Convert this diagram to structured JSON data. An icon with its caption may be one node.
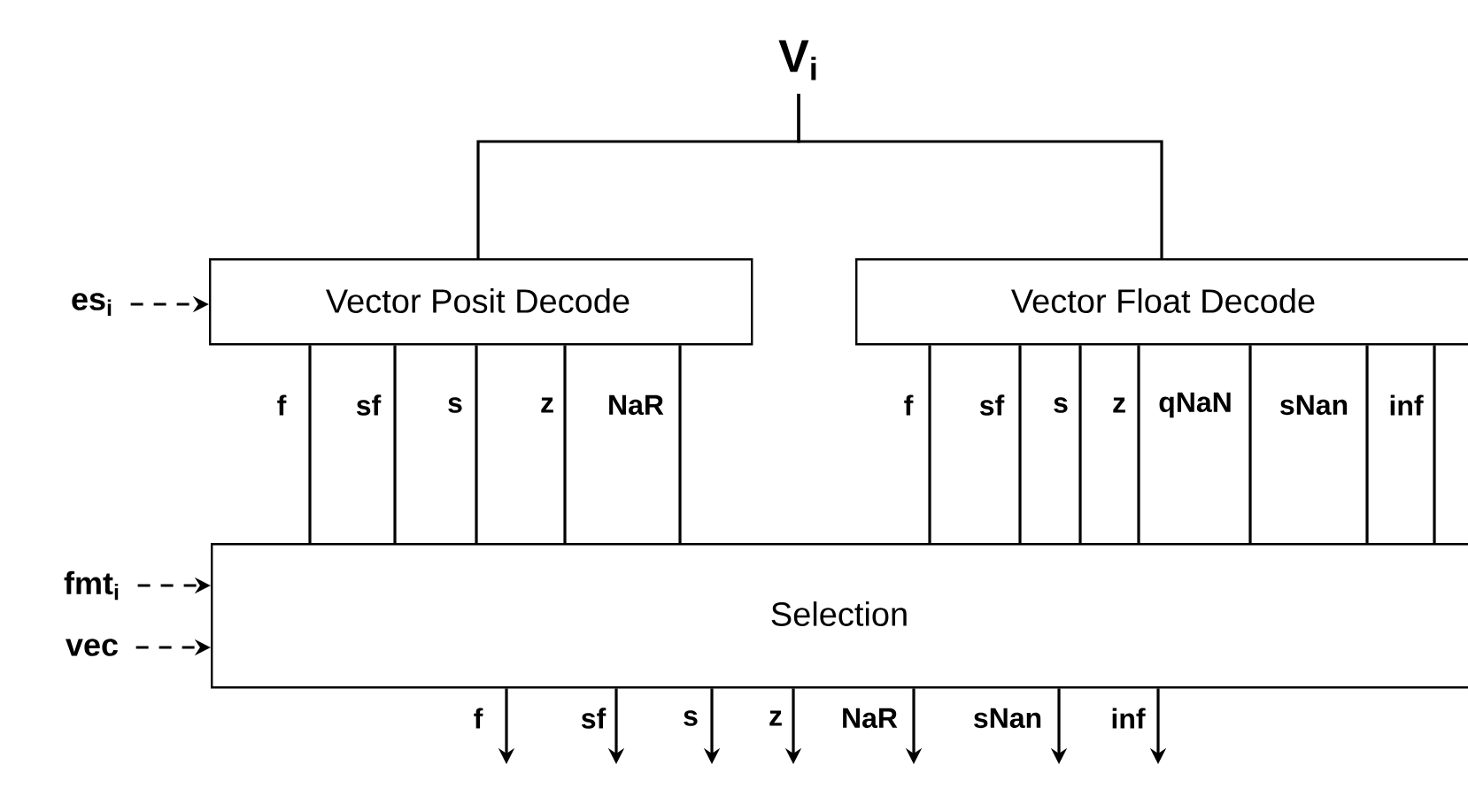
{
  "diagram": {
    "nodes": [
      {
        "text": [
          "V$_{i}$"
        ]
      },
      {
        "text": [
          "Vector Posit Decode"
        ]
      },
      {
        "text": [
          "Vector Float Decode"
        ]
      },
      {
        "text": [
          "Selection"
        ]
      },
      {
        "text": [
          "es$_{i}$"
        ]
      },
      {
        "text": [
          "fmt$_{i}$"
        ]
      },
      {
        "text": [
          "vec"
        ]
      }
    ],
    "edges": [
      {
        "from": 0,
        "to": 1,
        "arrow": "none"
      },
      {
        "from": 0,
        "to": 2,
        "arrow": "none"
      },
      {
        "from": 4,
        "to": 1,
        "arrow": "to",
        "style": "dashed"
      },
      {
        "from": 5,
        "to": 3,
        "arrow": "to",
        "style": "dashed"
      },
      {
        "from": 6,
        "to": 3,
        "arrow": "to",
        "style": "dashed"
      },
      {
        "from": 1,
        "to": 3,
        "arrow": "none",
        "label": "f"
      },
      {
        "from": 1,
        "to": 3,
        "arrow": "none",
        "label": "sf"
      },
      {
        "from": 1,
        "to": 3,
        "arrow": "none",
        "label": "s"
      },
      {
        "from": 1,
        "to": 3,
        "arrow": "none",
        "label": "z"
      },
      {
        "from": 1,
        "to": 3,
        "arrow": "none",
        "label": "NaR"
      },
      {
        "from": 2,
        "to": 3,
        "arrow": "none",
        "label": "f"
      },
      {
        "from": 2,
        "to": 3,
        "arrow": "none",
        "label": "sf"
      },
      {
        "from": 2,
        "to": 3,
        "arrow": "none",
        "label": "s"
      },
      {
        "from": 2,
        "to": 3,
        "arrow": "none",
        "label": "z"
      },
      {
        "from": 2,
        "to": 3,
        "arrow": "none",
        "label": "qNaN"
      },
      {
        "from": 2,
        "to": 3,
        "arrow": "none",
        "label": "sNan"
      },
      {
        "from": 2,
        "to": 3,
        "arrow": "none",
        "label": "inf"
      },
      {
        "from": 3,
        "to": null,
        "arrow": "to",
        "label": "f"
      },
      {
        "from": 3,
        "to": null,
        "arrow": "to",
        "label": "sf"
      },
      {
        "from": 3,
        "to": null,
        "arrow": "to",
        "label": "s"
      },
      {
        "from": 3,
        "to": null,
        "arrow": "to",
        "label": "z"
      },
      {
        "from": 3,
        "to": null,
        "arrow": "to",
        "label": "NaR"
      },
      {
        "from": 3,
        "to": null,
        "arrow": "to",
        "label": "sNan"
      },
      {
        "from": 3,
        "to": null,
        "arrow": "to",
        "label": "inf"
      }
    ]
  }
}
